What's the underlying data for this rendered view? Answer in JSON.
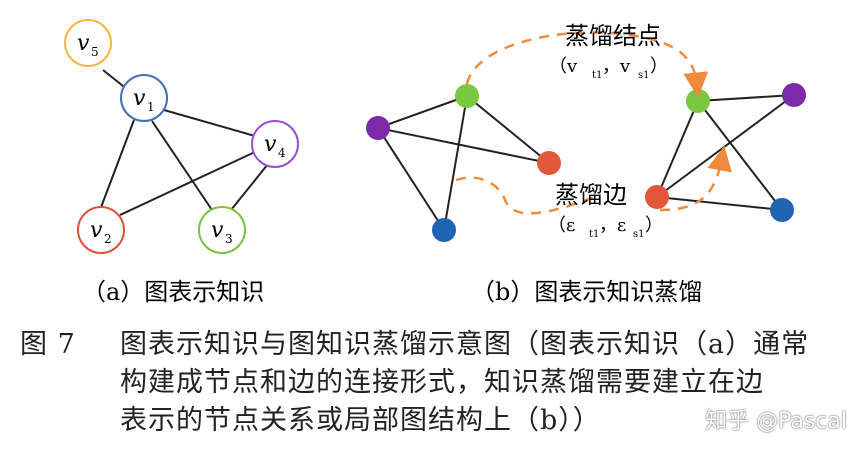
{
  "panel_a": {
    "nodes": [
      {
        "label": "v",
        "sub": "5",
        "color": "#f5b642"
      },
      {
        "label": "v",
        "sub": "1",
        "color": "#3f6fb5"
      },
      {
        "label": "v",
        "sub": "4",
        "color": "#9b4fd0"
      },
      {
        "label": "v",
        "sub": "2",
        "color": "#e0533a"
      },
      {
        "label": "v",
        "sub": "3",
        "color": "#7cc242"
      }
    ],
    "caption": "（a）图表示知识"
  },
  "panel_b": {
    "annotation_node": {
      "title": "蒸馏结点",
      "pair": "（v",
      "sub1": "t1",
      "mid": "，v",
      "sub2": "s1",
      "end": "）"
    },
    "annotation_edge": {
      "title": "蒸馏边",
      "pair": "（ε",
      "sub1": "t1",
      "mid": "，ε",
      "sub2": "s1",
      "end": "）"
    },
    "caption": "（b）图表示知识蒸馏",
    "colors": {
      "purple": "#7d2aa8",
      "green": "#79c83d",
      "orange": "#e2563a",
      "blue": "#1f63b5",
      "arrow": "#ef8a3c"
    }
  },
  "caption": {
    "label": "图 7",
    "line1": "图表示知识与图知识蒸馏示意图（图表示知识（a）通常",
    "line2": "构建成节点和边的连接形式，知识蒸馏需要建立在边",
    "line3": "表示的节点关系或局部图结构上（b））"
  },
  "watermark": "知乎 @Pascal"
}
